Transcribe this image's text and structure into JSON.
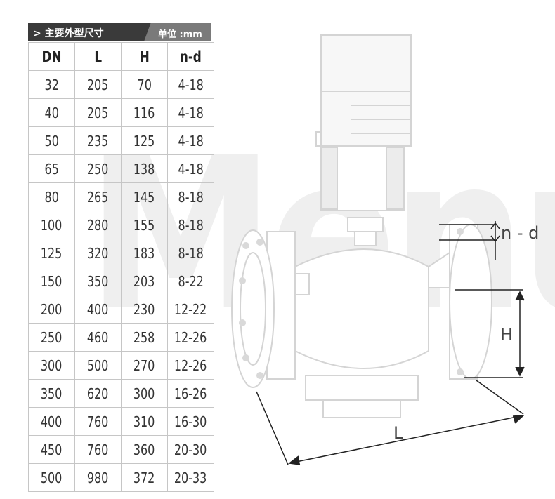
{
  "header": {
    "title": "> 主要外型尺寸",
    "unit": "单位 :mm"
  },
  "table": {
    "columns": [
      "DN",
      "L",
      "H",
      "n-d"
    ],
    "rows": [
      [
        "32",
        "205",
        "70",
        "4-18"
      ],
      [
        "40",
        "205",
        "116",
        "4-18"
      ],
      [
        "50",
        "235",
        "125",
        "4-18"
      ],
      [
        "65",
        "250",
        "138",
        "4-18"
      ],
      [
        "80",
        "265",
        "145",
        "8-18"
      ],
      [
        "100",
        "280",
        "155",
        "8-18"
      ],
      [
        "125",
        "320",
        "183",
        "8-18"
      ],
      [
        "150",
        "350",
        "203",
        "8-22"
      ],
      [
        "200",
        "400",
        "230",
        "12-22"
      ],
      [
        "250",
        "460",
        "258",
        "12-26"
      ],
      [
        "300",
        "500",
        "270",
        "12-26"
      ],
      [
        "350",
        "620",
        "300",
        "16-26"
      ],
      [
        "400",
        "760",
        "310",
        "16-30"
      ],
      [
        "450",
        "760",
        "360",
        "20-30"
      ],
      [
        "500",
        "980",
        "372",
        "20-33"
      ]
    ]
  },
  "drawing": {
    "label_nd": "n - d",
    "label_h": "H",
    "label_l": "L"
  },
  "watermark": "Menus"
}
